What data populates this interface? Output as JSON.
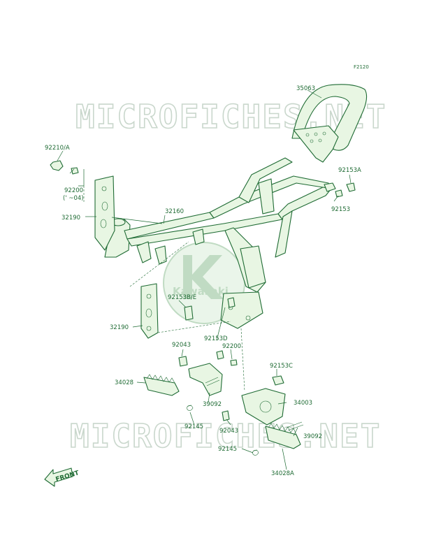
{
  "diagram": {
    "figure_code": "F2120",
    "watermarks": [
      "MICROFICHES.NET",
      "MICROFICHES.NET"
    ],
    "logo_text": "Kawasaki",
    "front_label": "FRONT",
    "parts": {
      "p35063": "35063",
      "p92210A": "92210/A",
      "p92200a": "92200",
      "p92200a_note": "(' ~04)",
      "p92153A": "92153A",
      "p92153": "92153",
      "p32160": "32160",
      "p32190a": "32190",
      "p92153BE": "92153B/E",
      "p32190b": "32190",
      "p92153D": "92153D",
      "p92043a": "92043",
      "p92200b": "92200",
      "p92153C": "92153C",
      "p34028": "34028",
      "p34003": "34003",
      "p39092a": "39092",
      "p92145a": "92145",
      "p92043b": "92043",
      "p39092b": "39092",
      "p92145b": "92145",
      "p34028A": "34028A"
    }
  }
}
